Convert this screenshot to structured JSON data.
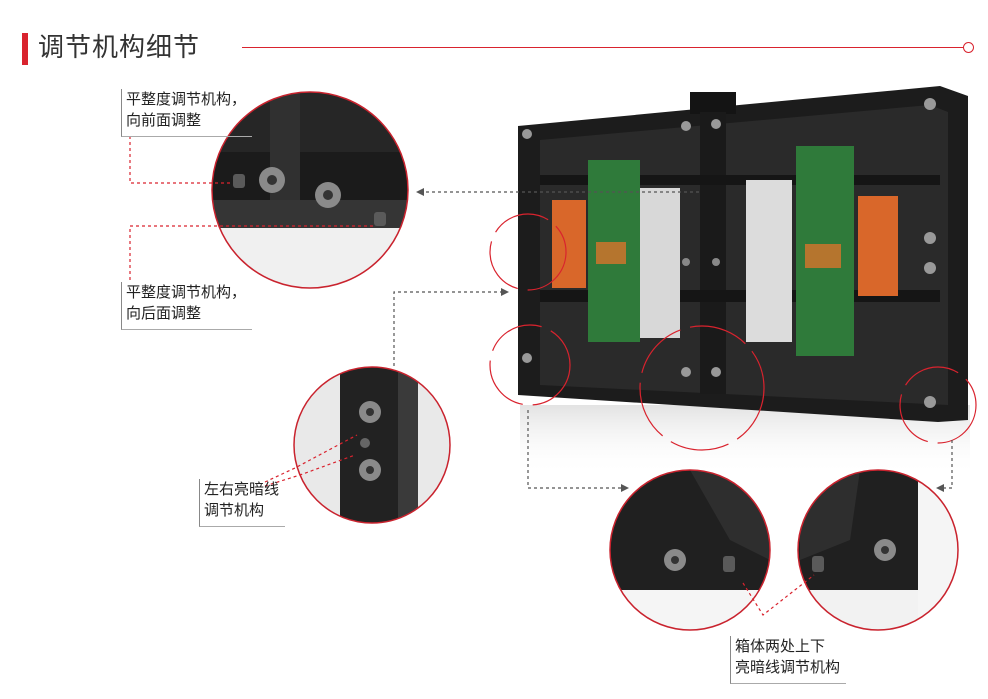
{
  "title": "调节机构细节",
  "labels": {
    "front_adjust_1": "平整度调节机构，",
    "front_adjust_2": "向前面调整",
    "back_adjust_1": "平整度调节机构，",
    "back_adjust_2": "向后面调整",
    "lr_1": "左右亮暗线",
    "lr_2": "调节机构",
    "ud_1": "箱体两处上下",
    "ud_2": "亮暗线调节机构"
  },
  "colors": {
    "accent": "#d9232e",
    "cabinet": "#1e1e1e",
    "pcb": "#2f7a3a",
    "copper": "#d9672a"
  }
}
